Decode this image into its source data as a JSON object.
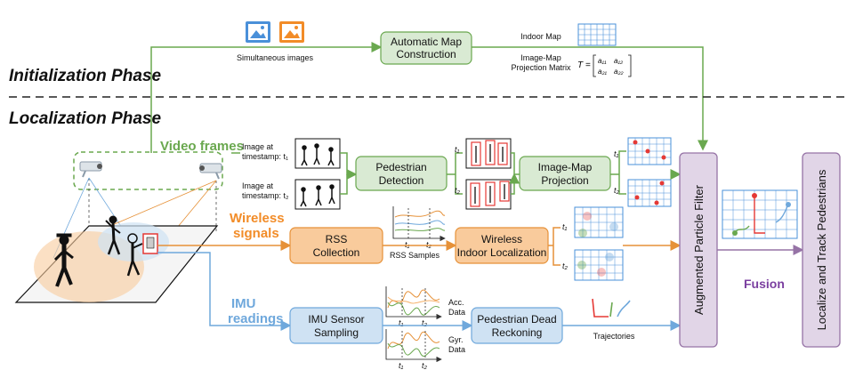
{
  "phases": {
    "initialization": "Initialization Phase",
    "localization": "Localization Phase"
  },
  "init": {
    "images_caption": "Simultaneous images",
    "map_box": [
      "Automatic Map",
      "Construction"
    ],
    "indoor_map": "Indoor Map",
    "projection_matrix": [
      "Image-Map",
      "Projection Matrix"
    ],
    "matrix_T": "T =",
    "matrix_entries": [
      "a₁₁",
      "a₁₂",
      "a₂₁",
      "a₂₂"
    ]
  },
  "inputs": {
    "video": "Video frames",
    "wireless": [
      "Wireless",
      "signals"
    ],
    "imu": [
      "IMU",
      "readings"
    ]
  },
  "video": {
    "image_t1": [
      "Image at",
      "timestamp: t₁"
    ],
    "image_t2": [
      "Image at",
      "timestamp: t₂"
    ],
    "pedestrian_detection": [
      "Pedestrian",
      "Detection"
    ],
    "image_map_projection": [
      "Image-Map",
      "Projection"
    ],
    "t1": "t₁",
    "t2": "t₂"
  },
  "wireless": {
    "rss_collection": [
      "RSS",
      "Collection"
    ],
    "rss_samples": "RSS Samples",
    "wireless_localization": [
      "Wireless",
      "Indoor Localization"
    ],
    "t1": "t₁",
    "t2": "t₂"
  },
  "imu": {
    "sensor_sampling": [
      "IMU Sensor",
      "Sampling"
    ],
    "acc_data": [
      "Acc.",
      "Data"
    ],
    "gyr_data": [
      "Gyr.",
      "Data"
    ],
    "pdr": [
      "Pedestrian Dead",
      "Reckoning"
    ],
    "trajectories": "Trajectories",
    "t1": "t₁",
    "t2": "t₂"
  },
  "fusion": {
    "filter": "Augmented Particle Filter",
    "fusion_label": "Fusion",
    "output": "Localize and Track Pedestrians"
  },
  "colors": {
    "green_fill": "#d9ead3",
    "green_stroke": "#6aa84f",
    "orange_fill": "#f9cb9c",
    "orange_stroke": "#e69138",
    "blue_fill": "#cfe2f3",
    "blue_stroke": "#6fa8dc",
    "purple_fill": "#e1d5e7",
    "purple_stroke": "#9673a6"
  }
}
